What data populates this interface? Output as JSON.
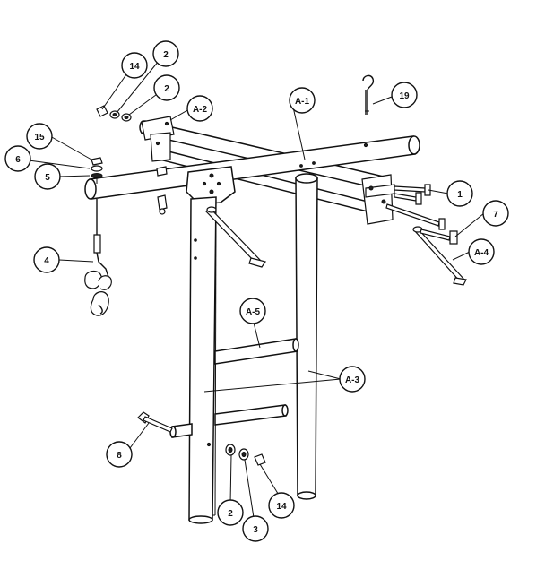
{
  "callouts": [
    {
      "id": "c-14-top",
      "label": "14"
    },
    {
      "id": "c-2-top-a",
      "label": "2"
    },
    {
      "id": "c-2-top-b",
      "label": "2"
    },
    {
      "id": "c-a2",
      "label": "A-2"
    },
    {
      "id": "c-a1",
      "label": "A-1"
    },
    {
      "id": "c-19",
      "label": "19"
    },
    {
      "id": "c-15",
      "label": "15"
    },
    {
      "id": "c-6",
      "label": "6"
    },
    {
      "id": "c-5",
      "label": "5"
    },
    {
      "id": "c-1",
      "label": "1"
    },
    {
      "id": "c-7",
      "label": "7"
    },
    {
      "id": "c-a4",
      "label": "A-4"
    },
    {
      "id": "c-4",
      "label": "4"
    },
    {
      "id": "c-a5",
      "label": "A-5"
    },
    {
      "id": "c-a3",
      "label": "A-3"
    },
    {
      "id": "c-8",
      "label": "8"
    },
    {
      "id": "c-2-bottom",
      "label": "2"
    },
    {
      "id": "c-3",
      "label": "3"
    },
    {
      "id": "c-14-bottom",
      "label": "14"
    }
  ]
}
